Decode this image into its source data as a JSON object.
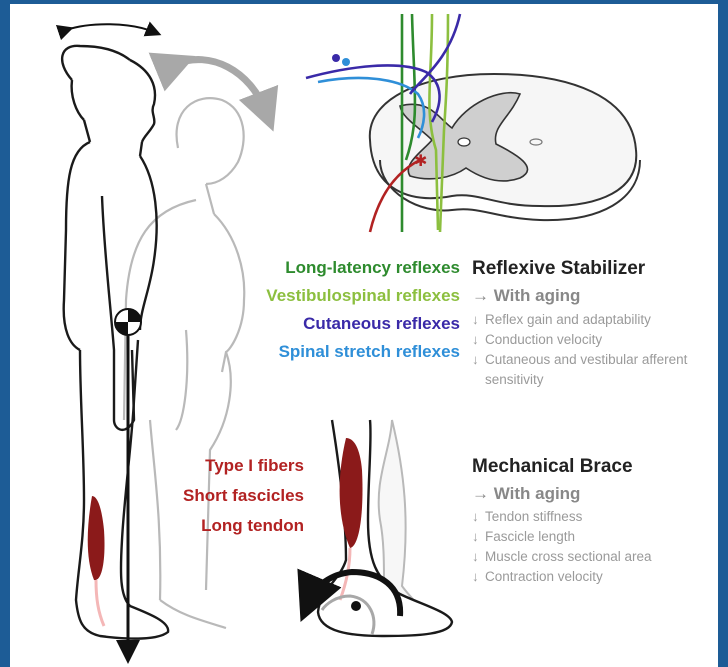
{
  "reflex_labels": [
    {
      "text": "Long-latency reflexes",
      "color": "#2e8b2e"
    },
    {
      "text": "Vestibulospinal reflexes",
      "color": "#8cbf3f"
    },
    {
      "text": "Cutaneous reflexes",
      "color": "#3a2aa8"
    },
    {
      "text": "Spinal stretch reflexes",
      "color": "#2f8fd8"
    }
  ],
  "muscle_labels": [
    {
      "text": "Type I fibers",
      "color": "#b22222"
    },
    {
      "text": "Short fascicles",
      "color": "#b22222"
    },
    {
      "text": "Long tendon",
      "color": "#b22222"
    }
  ],
  "reflexive_stabilizer": {
    "title": "Reflexive Stabilizer",
    "subtitle": "→ With aging",
    "items": [
      "Reflex gain and adaptability",
      "Conduction velocity",
      "Cutaneous and vestibular afferent sensitivity"
    ]
  },
  "mechanical_brace": {
    "title": "Mechanical Brace",
    "subtitle": "→ With aging",
    "items": [
      "Tendon stiffness",
      "Fascicle length",
      "Muscle cross sectional area",
      "Contraction velocity"
    ]
  },
  "decrease_symbol": "↓",
  "colors": {
    "border": "#1d5c96",
    "muscle": "#8b1a1a",
    "sway_arrow": "#a8a8a8"
  }
}
